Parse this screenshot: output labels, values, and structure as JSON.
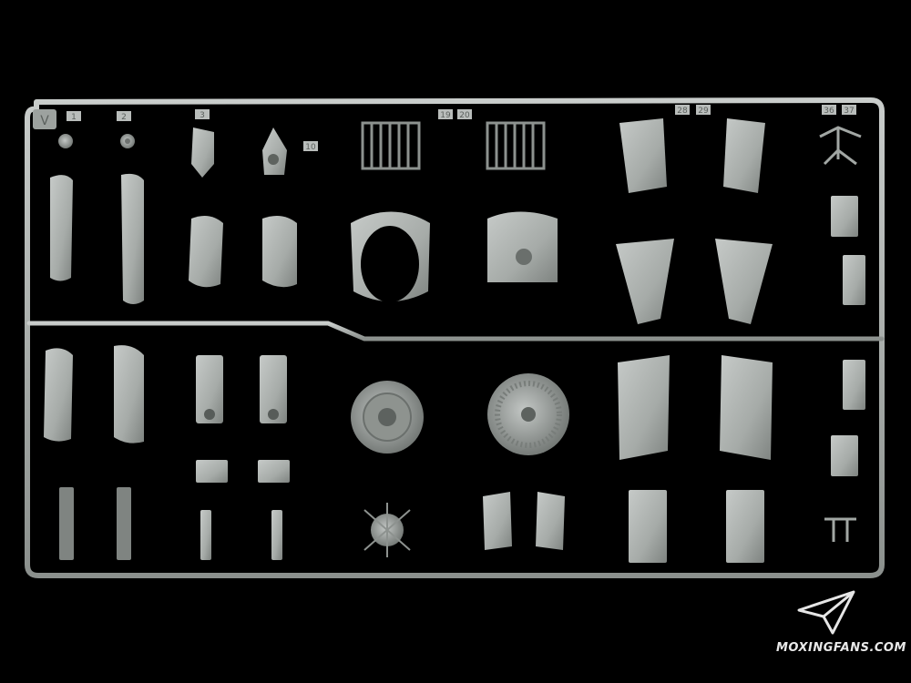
{
  "photo": {
    "subject": "plastic model kit sprue",
    "background_color": "#000000",
    "plastic_color": "#a9aeab"
  },
  "part_numbers": {
    "n1": "1",
    "n2": "2",
    "n3": "3",
    "n10": "10",
    "n19": "19",
    "n20": "20",
    "n28": "28",
    "n29": "29",
    "n36": "36",
    "n37": "37"
  },
  "sprue_letter": "V",
  "watermark": {
    "text": "MOXINGFANS.COM",
    "logo_icon": "paper-plane-icon"
  }
}
